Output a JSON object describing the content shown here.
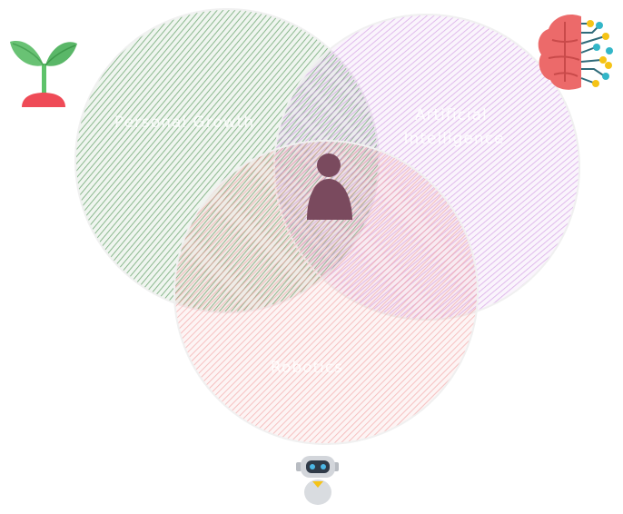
{
  "diagram": {
    "type": "venn",
    "circles": [
      {
        "id": "growth",
        "label_lines": [
          "Personal Growth"
        ],
        "color": "#5e9c62"
      },
      {
        "id": "ai",
        "label_lines": [
          "Artificial",
          "Intelligence"
        ],
        "color": "#cc8fe0"
      },
      {
        "id": "robotics",
        "label_lines": [
          "Robotics"
        ],
        "color": "#f2a4a4"
      }
    ],
    "center_icon": "person-icon",
    "icons": [
      {
        "id": "sprout",
        "name": "sprout-icon",
        "colors": [
          "#5ec26a",
          "#ef4b57"
        ]
      },
      {
        "id": "brain",
        "name": "brain-circuit-icon",
        "colors": [
          "#ec6a6a",
          "#f5c316",
          "#33b6c8"
        ]
      },
      {
        "id": "robot",
        "name": "robot-icon",
        "colors": [
          "#cfd3d8",
          "#4cb7e6",
          "#f5c316"
        ]
      }
    ]
  }
}
